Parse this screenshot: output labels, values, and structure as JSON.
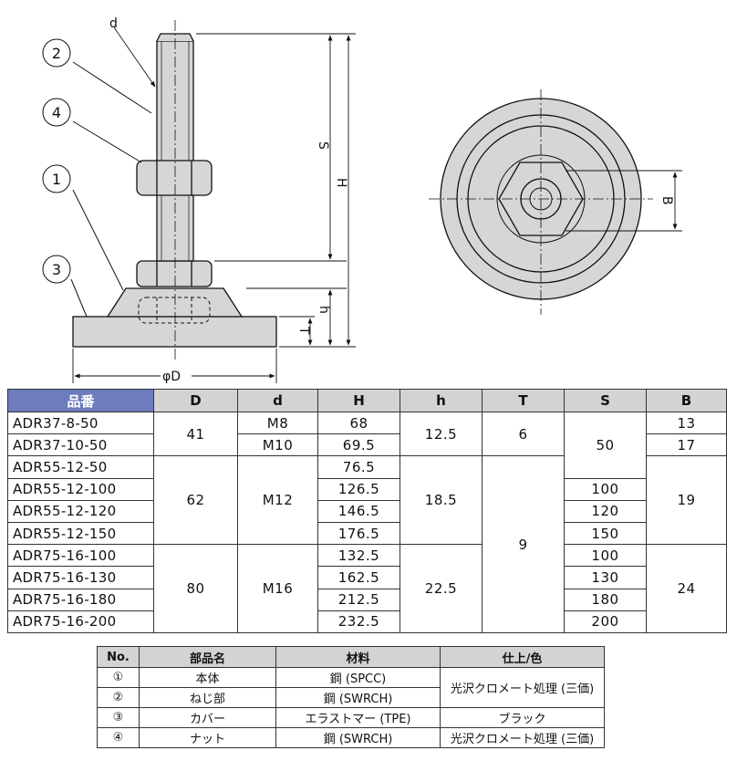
{
  "drawing": {
    "side_labels": {
      "d": "d",
      "S": "S",
      "H": "H",
      "h": "h",
      "T": "T",
      "D": "φD"
    },
    "front_labels": {
      "B": "B"
    },
    "callouts": [
      "2",
      "4",
      "1",
      "3"
    ]
  },
  "spec_table": {
    "headers": [
      "品番",
      "D",
      "d",
      "H",
      "h",
      "T",
      "S",
      "B"
    ],
    "models": [
      "ADR37-8-50",
      "ADR37-10-50",
      "ADR55-12-50",
      "ADR55-12-100",
      "ADR55-12-120",
      "ADR55-12-150",
      "ADR75-16-100",
      "ADR75-16-130",
      "ADR75-16-180",
      "ADR75-16-200"
    ],
    "D": [
      "41",
      "62",
      "80"
    ],
    "d": [
      "M8",
      "M10",
      "M12",
      "M16"
    ],
    "H": [
      "68",
      "69.5",
      "76.5",
      "126.5",
      "146.5",
      "176.5",
      "132.5",
      "162.5",
      "212.5",
      "232.5"
    ],
    "h": [
      "12.5",
      "18.5",
      "22.5"
    ],
    "T": [
      "6",
      "9"
    ],
    "S": [
      "50",
      "100",
      "120",
      "150",
      "100",
      "130",
      "180",
      "200"
    ],
    "B": [
      "13",
      "17",
      "19",
      "24"
    ]
  },
  "parts_table": {
    "headers": [
      "No.",
      "部品名",
      "材料",
      "仕上/色"
    ],
    "rows": [
      {
        "no": "①",
        "name": "本体",
        "material": "鋼 (SPCC)"
      },
      {
        "no": "②",
        "name": "ねじ部",
        "material": "鋼 (SWRCH)"
      },
      {
        "no": "③",
        "name": "カバー",
        "material": "エラストマー (TPE)",
        "finish": "ブラック"
      },
      {
        "no": "④",
        "name": "ナット",
        "material": "鋼 (SWRCH)",
        "finish": "光沢クロメート処理 (三価)"
      }
    ],
    "finish_merged": "光沢クロメート処理 (三価)"
  }
}
